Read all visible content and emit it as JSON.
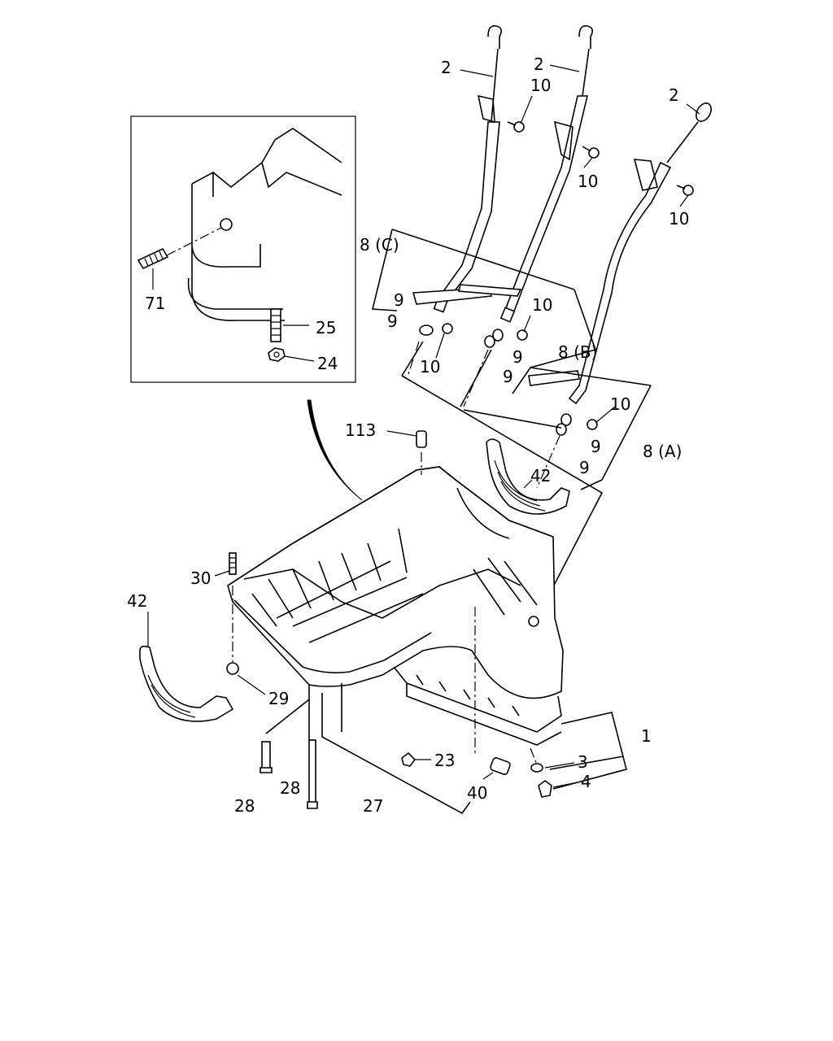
{
  "labels": {
    "dipstick_c": "2",
    "dipstick_b": "2",
    "dipstick_a": "2",
    "bolt_c": "10",
    "bolt_b": "10",
    "bolt_a": "10",
    "guide_c": "8 (C)",
    "guide_b": "8 (B)",
    "guide_a": "8 (A)",
    "oring_c1": "9",
    "oring_c2": "9",
    "bolt_guide_c": "10",
    "bolt_guide_b": "10",
    "oring_b1": "9",
    "oring_b2": "9",
    "bolt_guide_a": "10",
    "oring_a1": "9",
    "oring_a2": "9",
    "pin": "113",
    "seal_right": "42",
    "stud_30": "30",
    "seal_left": "42",
    "nut_29": "29",
    "bolt_28a": "28",
    "bolt_28b": "28",
    "bracket_27": "27",
    "plug_23": "23",
    "plug_40": "40",
    "pan_1": "1",
    "washer_3": "3",
    "plug_4": "4",
    "inset_71": "71",
    "inset_25": "25",
    "inset_24": "24"
  }
}
